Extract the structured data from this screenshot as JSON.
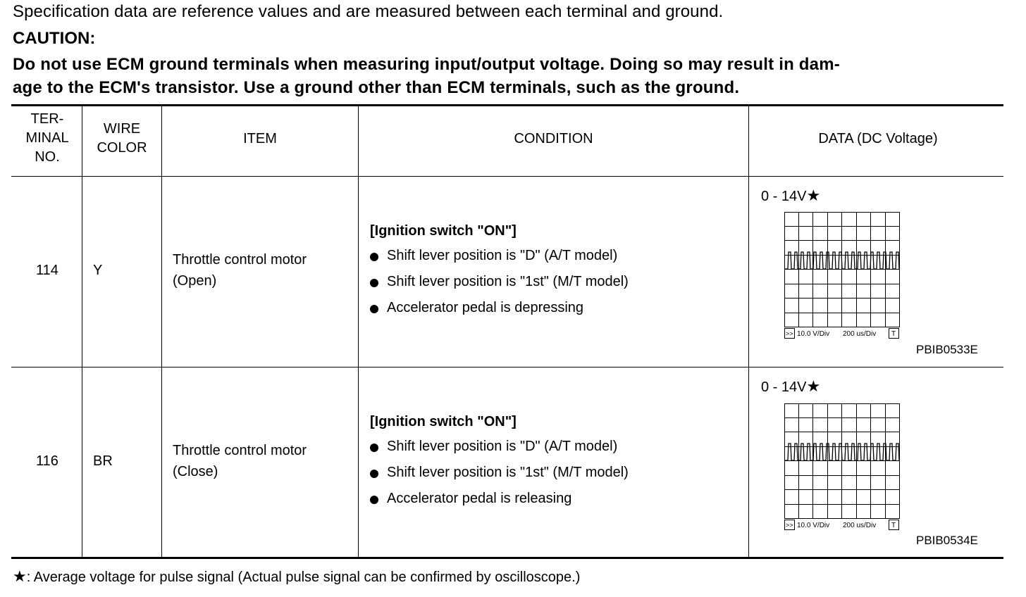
{
  "intro": "Specification data are reference values and are measured between each terminal and ground.",
  "caution": {
    "title": "CAUTION:",
    "text": "Do not use ECM ground terminals when measuring input/output voltage. Doing so may result in damage to the ECM's transistor. Use a ground other than ECM terminals, such as the ground.",
    "line1": "Do not use ECM ground terminals when measuring input/output voltage. Doing so may result in dam-",
    "line2": "age to the ECM's transistor. Use a ground other than ECM terminals, such as the ground."
  },
  "table": {
    "headers": {
      "terminal": [
        "TER-",
        "MINAL",
        "NO."
      ],
      "wire": [
        "WIRE",
        "COLOR"
      ],
      "item": "ITEM",
      "condition": "CONDITION",
      "data": "DATA (DC Voltage)"
    },
    "rows": [
      {
        "terminal": "114",
        "wire": "Y",
        "item": [
          "Throttle control motor",
          "(Open)"
        ],
        "condition_title": "[Ignition switch \"ON\"]",
        "conditions": [
          "Shift lever position is \"D\" (A/T model)",
          "Shift lever position is \"1st\" (M/T model)",
          "Accelerator pedal is depressing"
        ],
        "data_value": "0 - 14V",
        "data_star": "★",
        "scope_scale": "10.0 V/Div",
        "scope_time": "200 us/Div",
        "scope_mode": "T",
        "scope_arrow": ">>",
        "figure_code": "PBIB0533E"
      },
      {
        "terminal": "116",
        "wire": "BR",
        "item": [
          "Throttle control motor",
          "(Close)"
        ],
        "condition_title": "[Ignition switch \"ON\"]",
        "conditions": [
          "Shift lever position is \"D\" (A/T model)",
          "Shift lever position is \"1st\" (M/T model)",
          "Accelerator pedal is releasing"
        ],
        "data_value": "0 - 14V",
        "data_star": "★",
        "scope_scale": "10.0 V/Div",
        "scope_time": "200 us/Div",
        "scope_mode": "T",
        "scope_arrow": ">>",
        "figure_code": "PBIB0534E"
      }
    ]
  },
  "footnote": {
    "star": "★",
    "text": ": Average voltage for pulse signal (Actual pulse signal can be confirmed by oscilloscope.)"
  }
}
